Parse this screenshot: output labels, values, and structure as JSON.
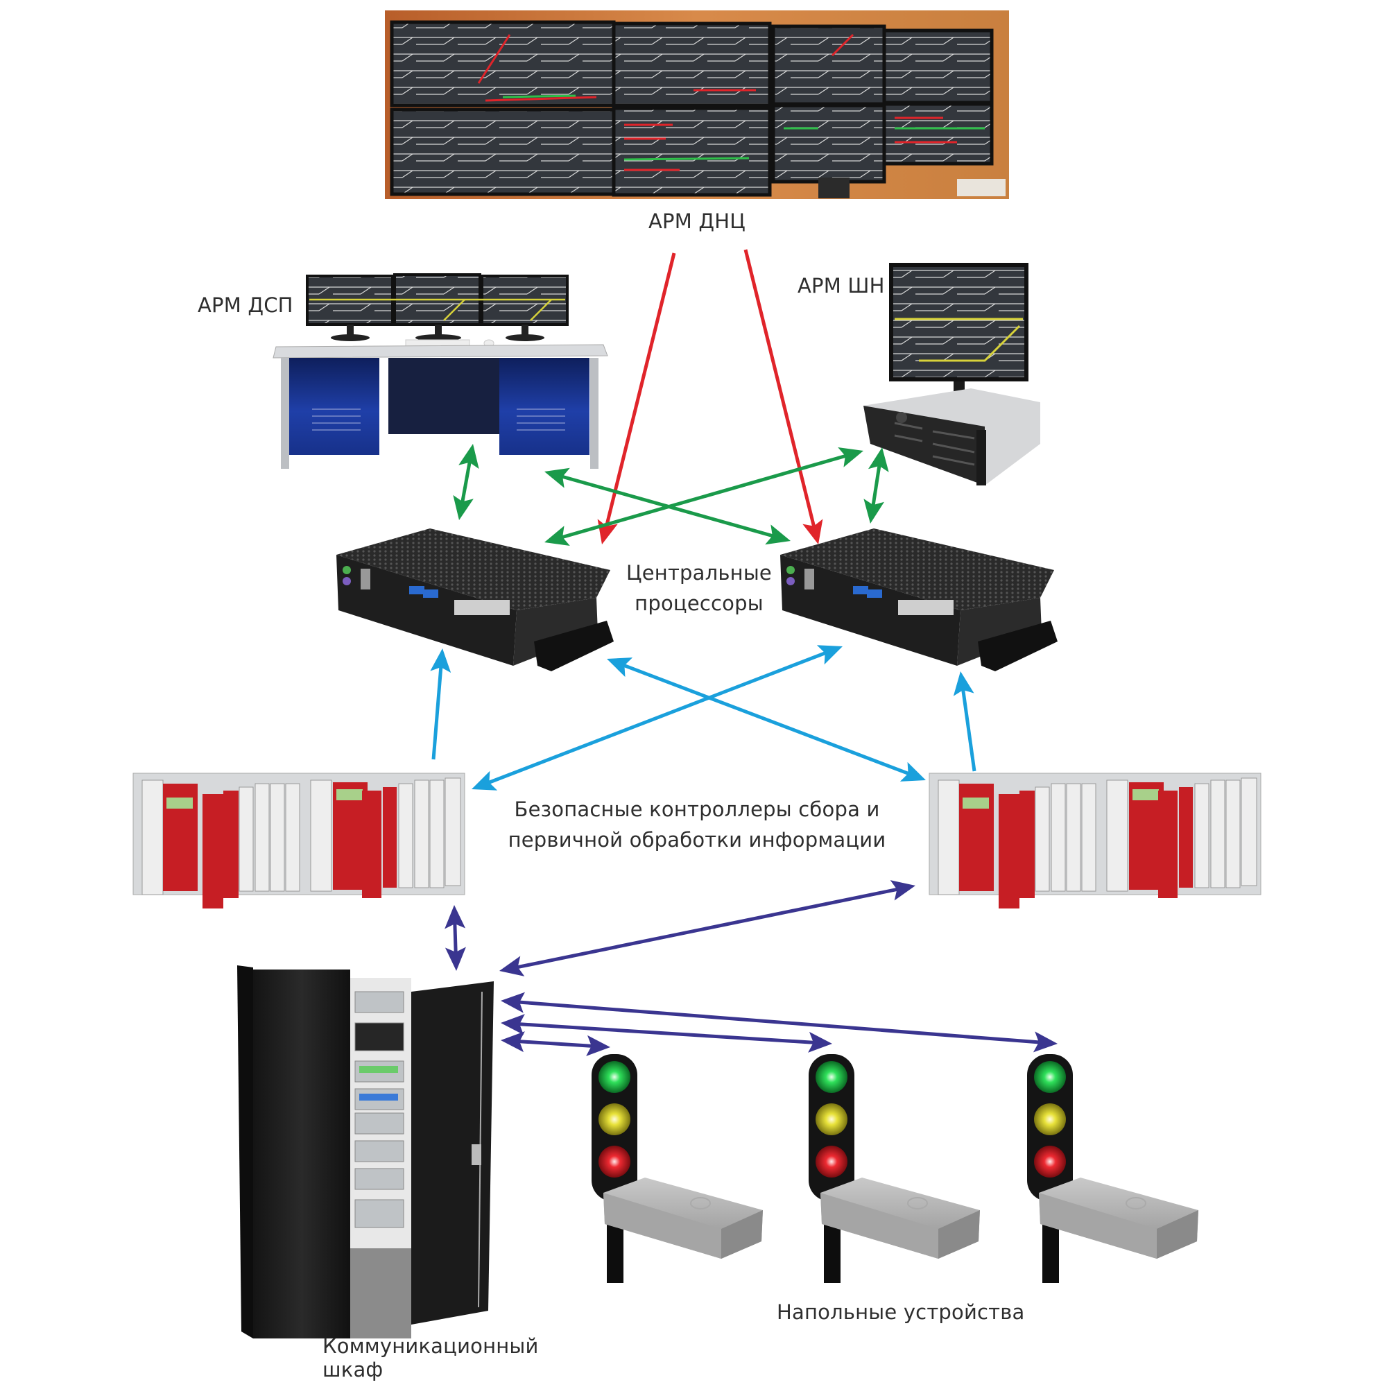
{
  "diagram": {
    "labels": {
      "arm_dnc": "АРМ ДНЦ",
      "arm_dsp": "АРМ ДСП",
      "arm_shn": "АРМ ШН",
      "processors_line1": "Центральные",
      "processors_line2": "процессоры",
      "controllers_line1": "Безопасные контроллеры сбора и",
      "controllers_line2": "первичной обработки информации",
      "field_devices": "Напольные устройства",
      "cabinet_line1": "Коммуникационный",
      "cabinet_line2": "шкаф"
    },
    "link_colors": {
      "dnc_to_processors": "#e0242a",
      "workstations_to_processors": "#1a9a4a",
      "processors_to_controllers": "#1aa0dc",
      "controllers_cabinet_field": "#3a3590"
    },
    "signal_lamp_colors": {
      "top": "#2fe05a",
      "middle": "#e8e23a",
      "bottom": "#ee2a32"
    },
    "icons": [
      "control-room-videowall",
      "dsp-console-desk",
      "shn-monitor-server",
      "central-processor",
      "safety-controller-rack",
      "communication-cabinet",
      "railway-signal",
      "trackside-junction-box"
    ]
  }
}
